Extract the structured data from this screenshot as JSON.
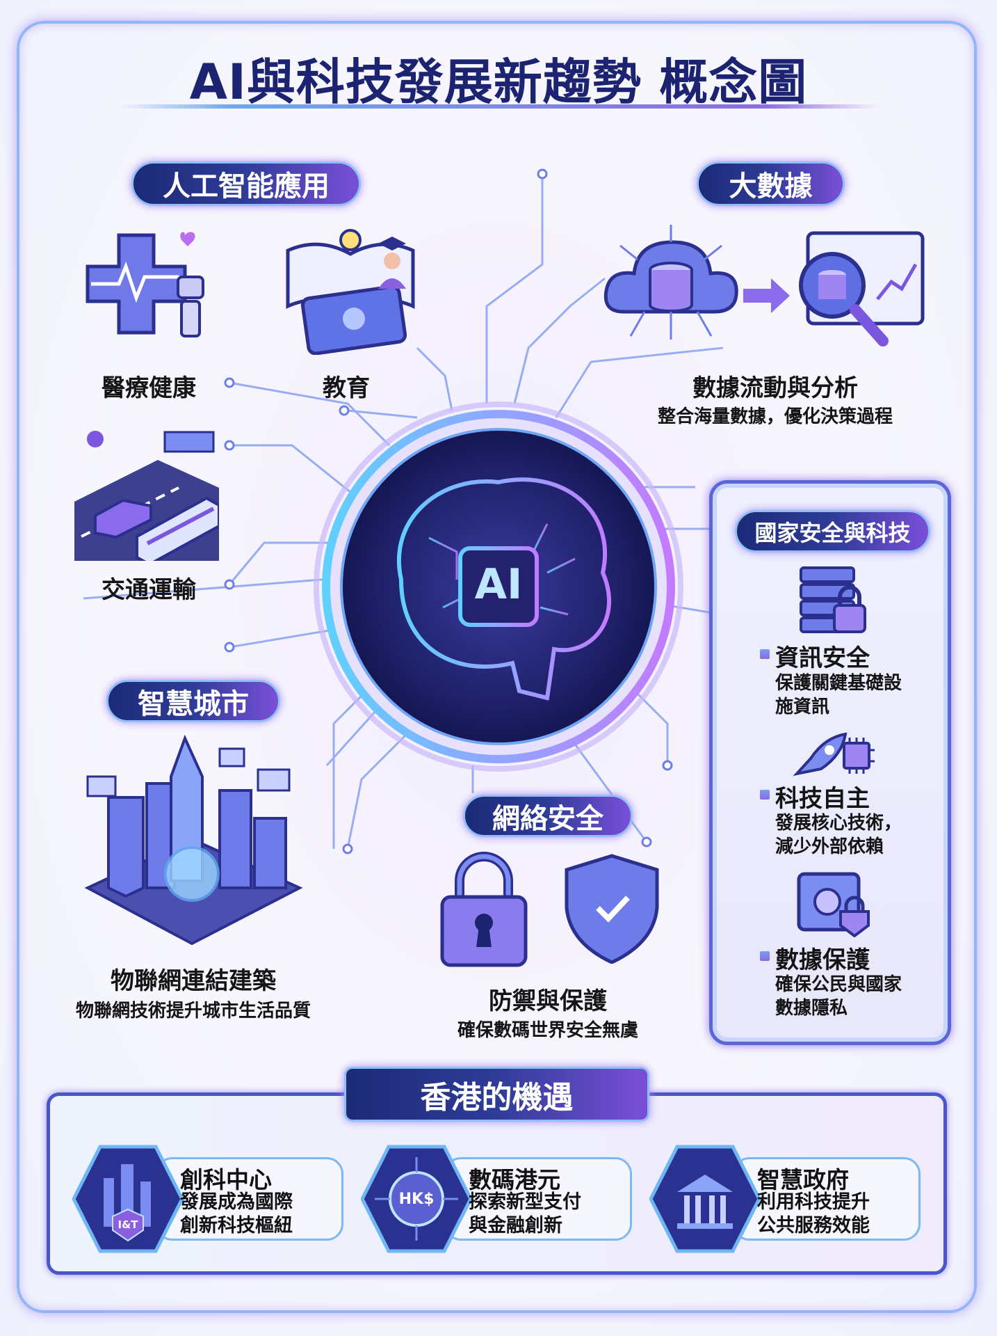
{
  "title": "AI與科技發展新趨勢 概念圖",
  "center": {
    "label": "AI"
  },
  "ai_apps": {
    "heading": "人工智能應用",
    "items": [
      {
        "label": "醫療健康",
        "icon": "medical-robot-icon"
      },
      {
        "label": "教育",
        "icon": "education-icon"
      },
      {
        "label": "交通運輸",
        "icon": "transport-icon"
      }
    ]
  },
  "big_data": {
    "heading": "大數據",
    "label": "數據流動與分析",
    "sub": "整合海量數據，優化決策過程"
  },
  "smart_city": {
    "heading": "智慧城市",
    "label": "物聯網連結建築",
    "sub": "物聯網技術提升城市生活品質"
  },
  "cyber": {
    "heading": "網絡安全",
    "label": "防禦與保護",
    "sub": "確保數碼世界安全無虞"
  },
  "national": {
    "heading": "國家安全與科技",
    "items": [
      {
        "title": "資訊安全",
        "sub1": "保護關鍵基礎設",
        "sub2": "施資訊",
        "icon": "server-lock-icon"
      },
      {
        "title": "科技自主",
        "sub1": "發展核心技術，",
        "sub2": "減少外部依賴",
        "icon": "rocket-chip-icon"
      },
      {
        "title": "數據保護",
        "sub1": "確保公民與國家",
        "sub2": "數據隱私",
        "icon": "safe-lock-icon"
      }
    ]
  },
  "hk": {
    "heading": "香港的機遇",
    "cards": [
      {
        "title": "創科中心",
        "sub1": "發展成為國際",
        "sub2": "創新科技樞紐",
        "badge": "I&T"
      },
      {
        "title": "數碼港元",
        "sub1": "探索新型支付",
        "sub2": "與金融創新",
        "badge": "HK$"
      },
      {
        "title": "智慧政府",
        "sub1": "利用科技提升",
        "sub2": "公共服務效能",
        "badge": ""
      }
    ]
  },
  "colors": {
    "navy": "#1c2472",
    "purple": "#7a4fd8",
    "blue": "#3f7be0",
    "cyan": "#5fd0ff"
  }
}
